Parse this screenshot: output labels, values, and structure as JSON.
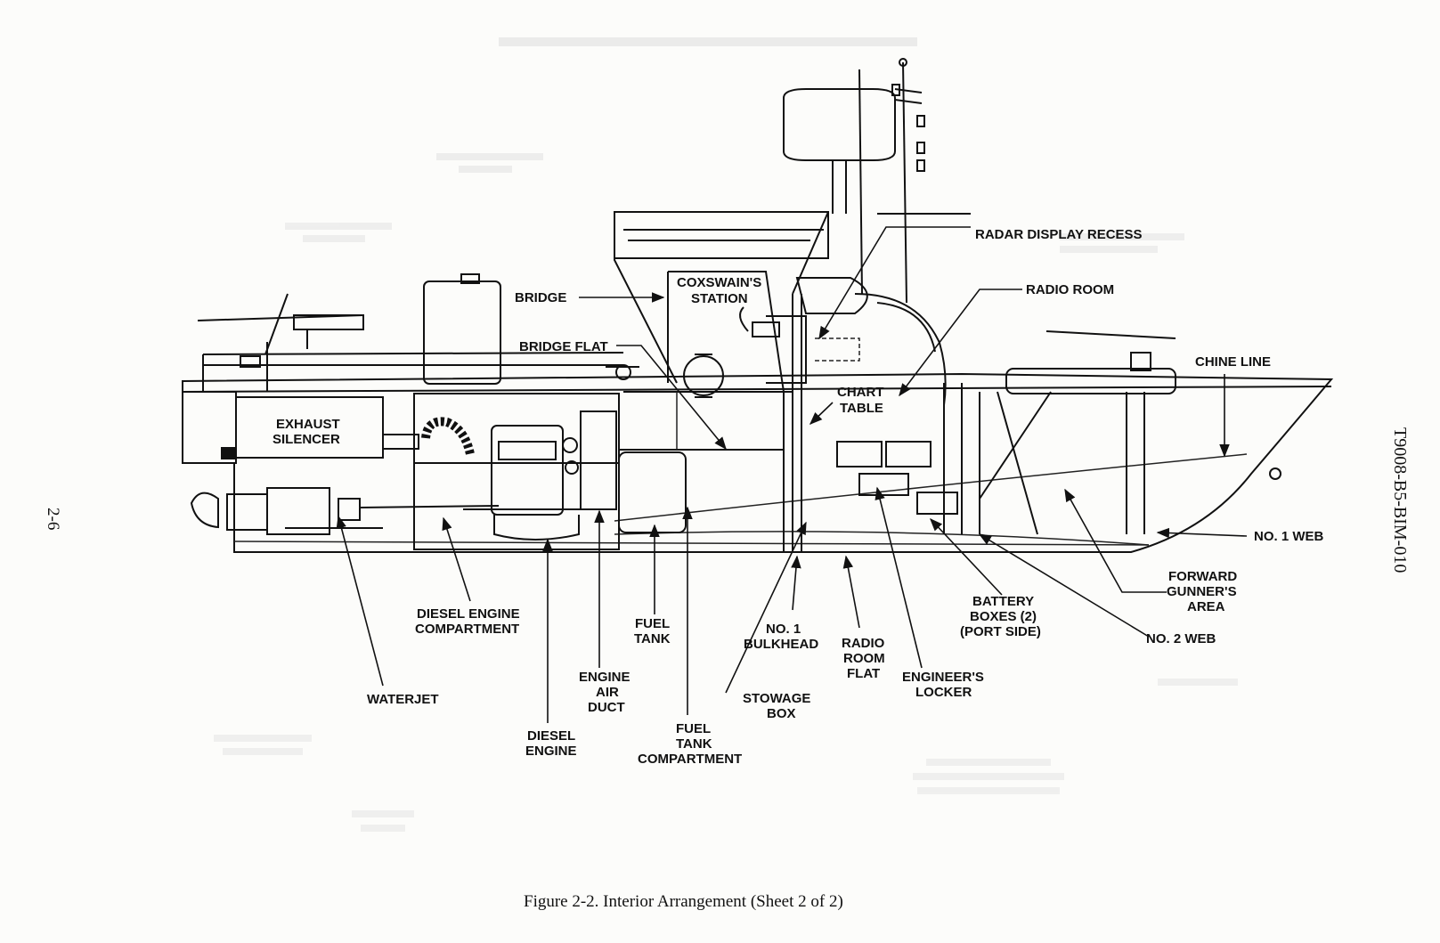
{
  "figure": {
    "caption": "Figure 2-2.  Interior Arrangement (Sheet 2 of 2)",
    "page_number": "2-6",
    "document_id": "T9008-B5-BIM-010"
  },
  "labels": {
    "radar_display_recess": "RADAR DISPLAY RECESS",
    "radio_room": "RADIO ROOM",
    "coxswains_station_1": "COXSWAIN'S",
    "coxswains_station_2": "STATION",
    "bridge": "BRIDGE",
    "bridge_flat": "BRIDGE FLAT",
    "chine_line": "CHINE LINE",
    "chart_table_1": "CHART",
    "chart_table_2": "TABLE",
    "exhaust_silencer_1": "EXHAUST",
    "exhaust_silencer_2": "SILENCER",
    "no1_web": "NO. 1 WEB",
    "forward_gunners_area_1": "FORWARD",
    "forward_gunners_area_2": "GUNNER'S",
    "forward_gunners_area_3": "AREA",
    "no2_web": "NO. 2 WEB",
    "battery_boxes_1": "BATTERY",
    "battery_boxes_2": "BOXES (2)",
    "battery_boxes_3": "(PORT SIDE)",
    "diesel_engine_compartment_1": "DIESEL ENGINE",
    "diesel_engine_compartment_2": "COMPARTMENT",
    "fuel_tank_1": "FUEL",
    "fuel_tank_2": "TANK",
    "no1_bulkhead_1": "NO. 1",
    "no1_bulkhead_2": "BULKHEAD",
    "radio_room_flat_1": "RADIO",
    "radio_room_flat_2": "ROOM",
    "radio_room_flat_3": "FLAT",
    "engineers_locker_1": "ENGINEER'S",
    "engineers_locker_2": "LOCKER",
    "engine_air_duct_1": "ENGINE",
    "engine_air_duct_2": "AIR",
    "engine_air_duct_3": "DUCT",
    "waterjet": "WATERJET",
    "stowage_box_1": "STOWAGE",
    "stowage_box_2": "BOX",
    "diesel_engine_1": "DIESEL",
    "diesel_engine_2": "ENGINE",
    "fuel_tank_compartment_1": "FUEL",
    "fuel_tank_compartment_2": "TANK",
    "fuel_tank_compartment_3": "COMPARTMENT"
  },
  "colors": {
    "ink": "#111111",
    "paper": "#fcfcfa"
  }
}
